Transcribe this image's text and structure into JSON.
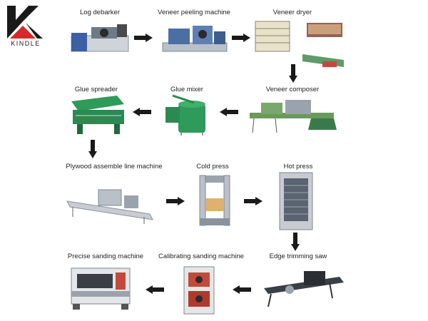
{
  "brand": {
    "name": "KINDLE",
    "color_dark": "#1a1a1a",
    "color_accent": "#d9262a"
  },
  "steps": [
    "Log debarker",
    "Veneer peeling machine",
    "Veneer dryer",
    "Veneer composer",
    "Glue mixer",
    "Glue spreader",
    "Plywood assemble line machine",
    "Cold press",
    "Hot press",
    "Edge trimming saw",
    "Calibrating sanding machine",
    "Precise sanding machine"
  ],
  "colors": {
    "machine_blue": "#4a6fa5",
    "machine_green": "#2f9a5a",
    "arrow": "#1a1a1a",
    "steel": "#9aa3ad"
  }
}
